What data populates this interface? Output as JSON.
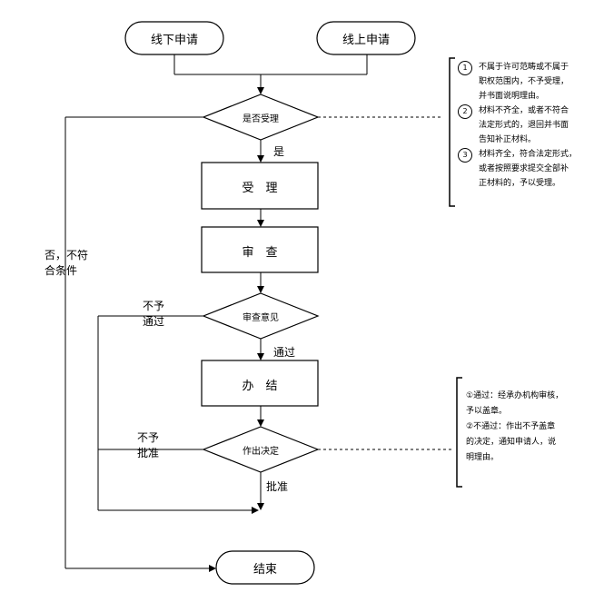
{
  "nodes": {
    "offline_apply": "线下申请",
    "online_apply": "线上申请",
    "accept_check": "是否受理",
    "accept": "受　理",
    "review": "审　查",
    "review_opinion": "审查意见",
    "handle": "办　结",
    "decide": "作出决定",
    "end": "结束"
  },
  "edge_labels": {
    "yes": "是",
    "reject_line1": "否，不符",
    "reject_line2": "合条件",
    "not_pass_line1": "不予",
    "not_pass_line2": "通过",
    "pass": "通过",
    "not_approve_line1": "不予",
    "not_approve_line2": "批准",
    "approve": "批准"
  },
  "note_accept": [
    {
      "num": "1",
      "lines": [
        "不属于许可范畴或不属于",
        "职权范围内，不予受理，",
        "并书面说明理由。"
      ]
    },
    {
      "num": "2",
      "lines": [
        "材料不齐全，或者不符合",
        "法定形式的，退回并书面",
        "告知补正材料。"
      ]
    },
    {
      "num": "3",
      "lines": [
        "材料齐全，符合法定形式，",
        "或者按照要求提交全部补",
        "正材料的，予以受理。"
      ]
    }
  ],
  "note_decide": [
    "①通过：经承办机构审核，",
    "予以盖章。",
    "②不通过：作出不予盖章",
    "的决定，通知申请人，说",
    "明理由。"
  ]
}
